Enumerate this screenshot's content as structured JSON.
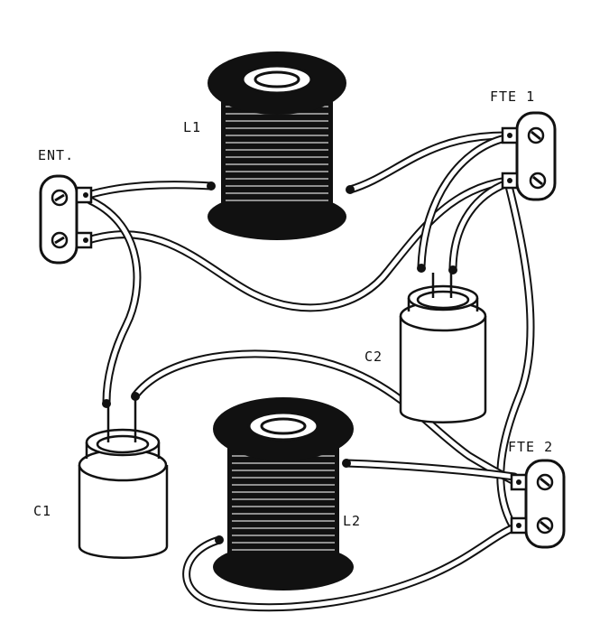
{
  "labels": {
    "l1": "L1",
    "l2": "L2",
    "c1": "C1",
    "c2": "C2",
    "ent": "ENT.",
    "fte1": "FTE 1",
    "fte2": "FTE 2"
  },
  "colors": {
    "ink": "#111111",
    "paper": "#ffffff"
  }
}
